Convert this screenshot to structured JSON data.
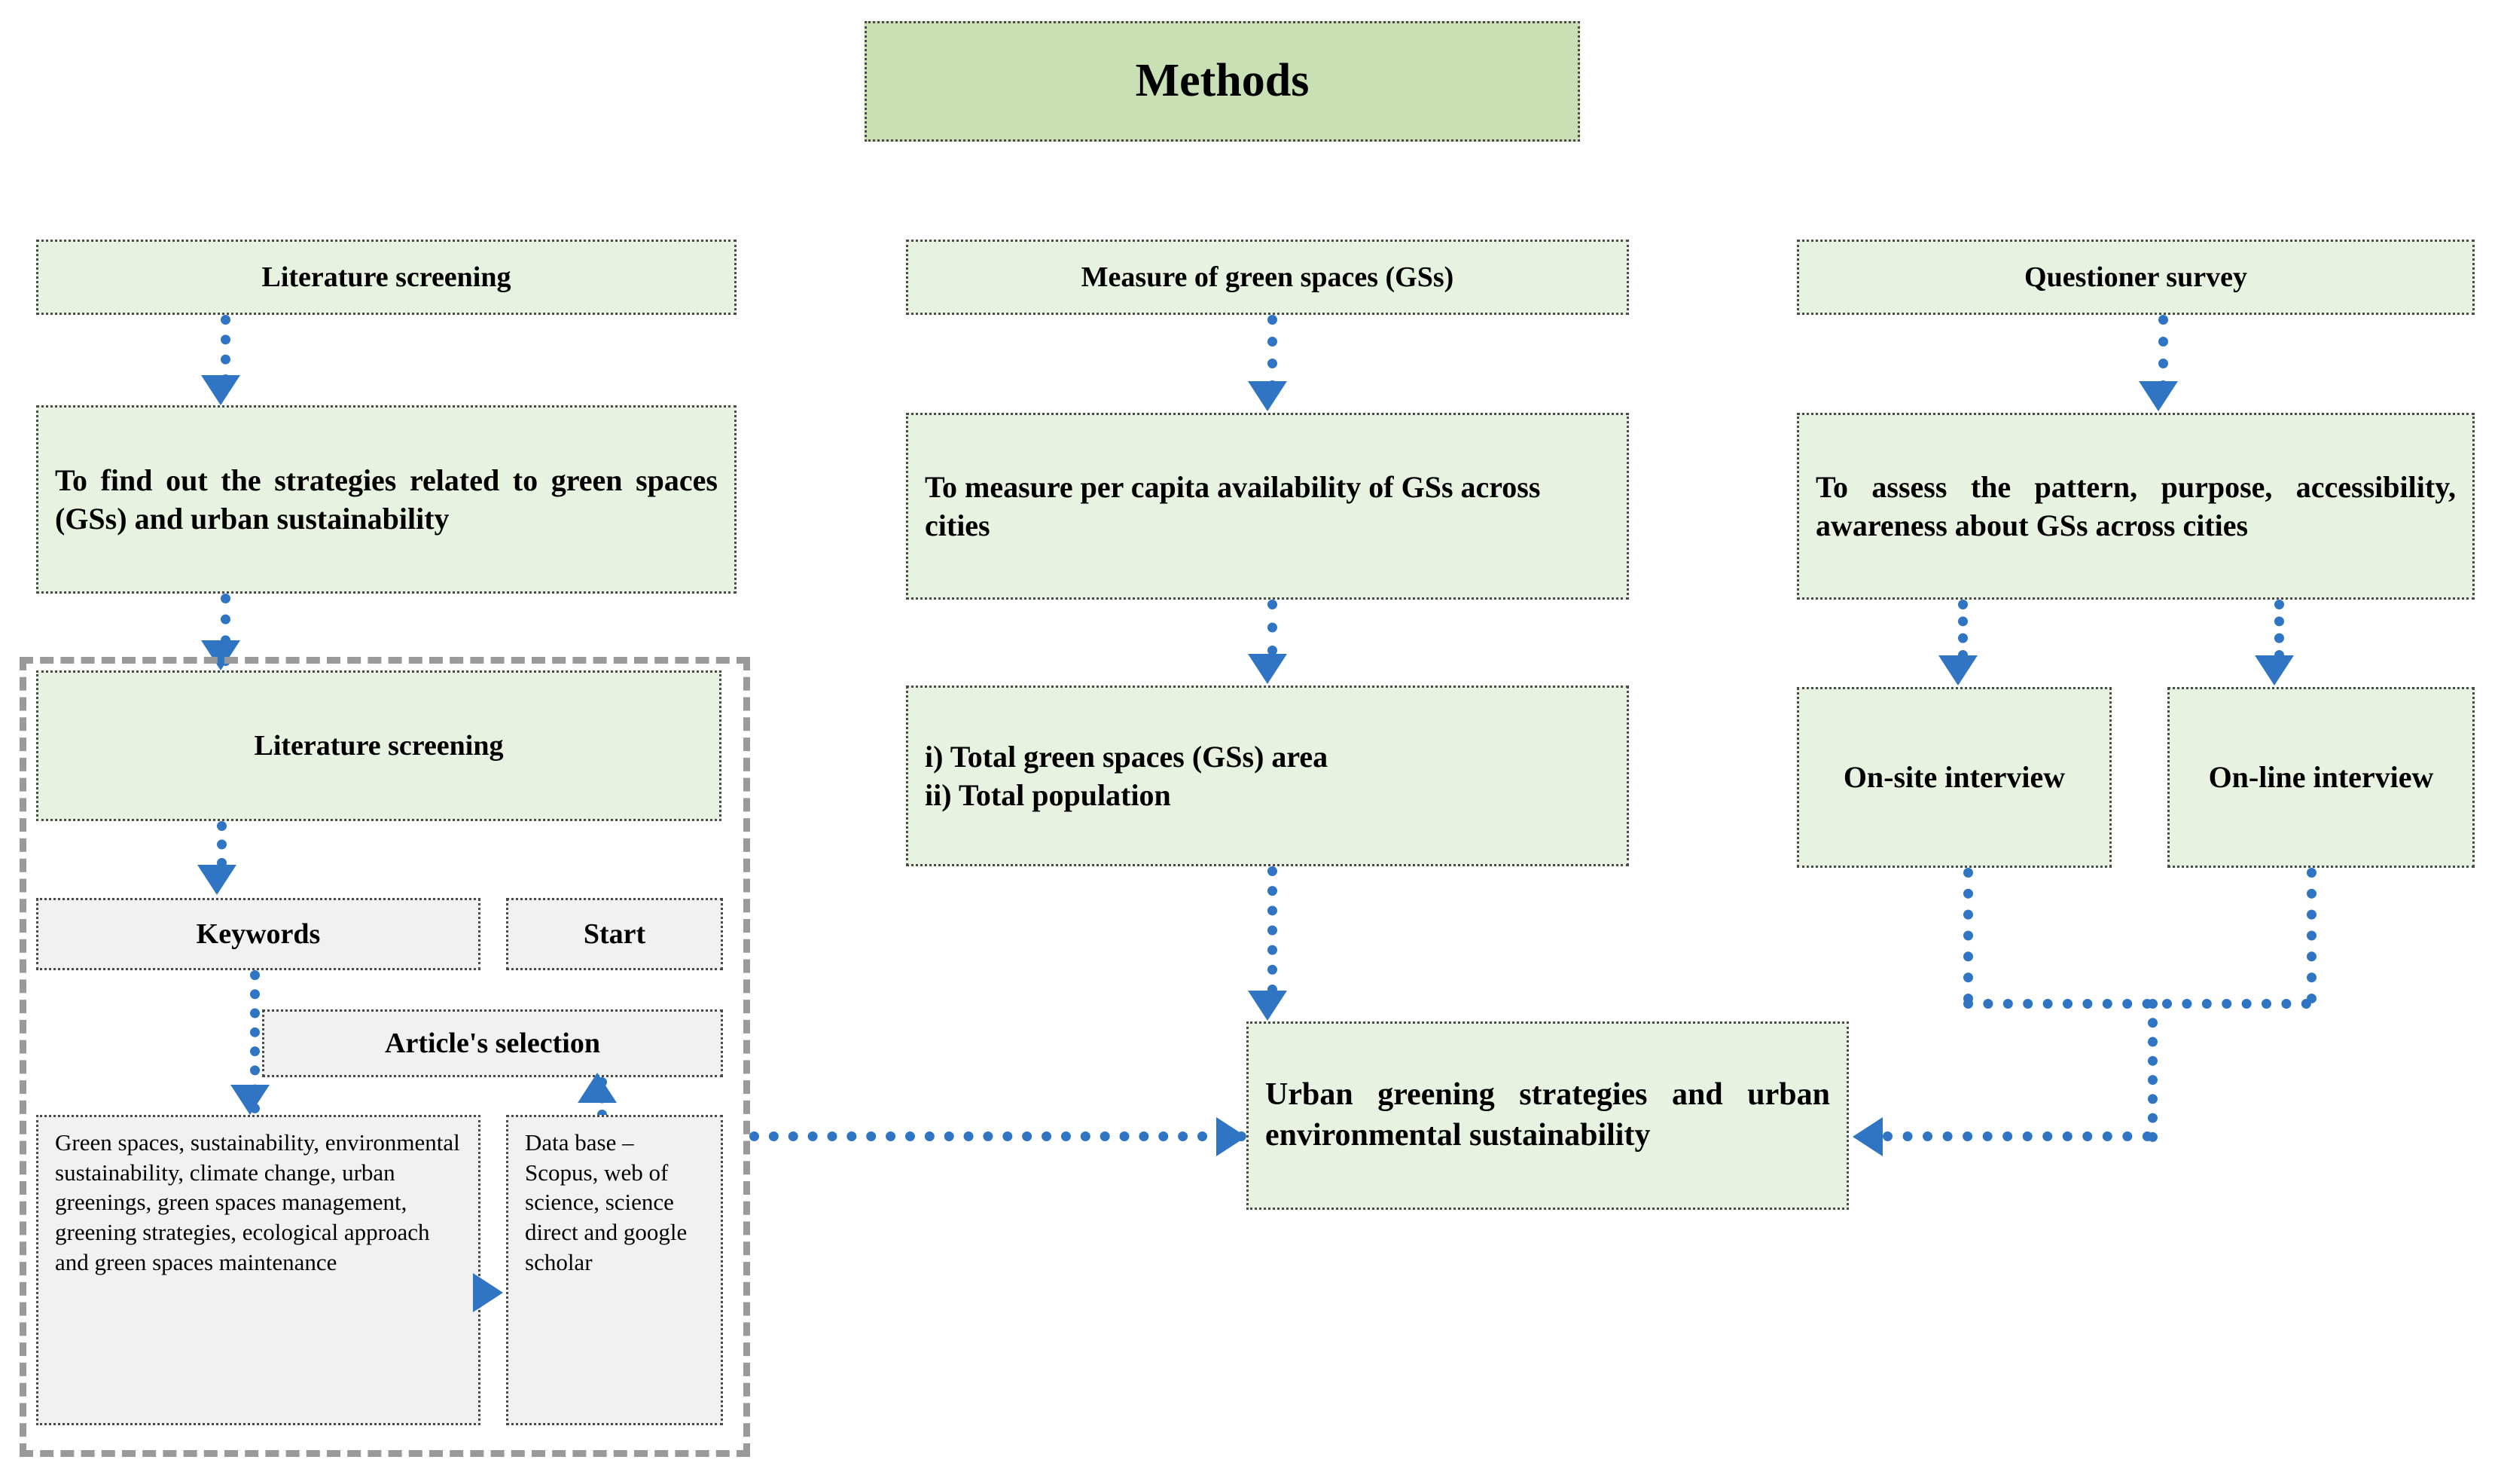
{
  "title": "Methods",
  "left_column": {
    "literature_screening_top": "Literature screening",
    "objective": "To find out the strategies related to green spaces (GSs) and urban sustainability",
    "literature_screening_group": "Literature screening",
    "keywords_label": "Keywords",
    "start_label": "Start",
    "article_selection_label": "Article's selection",
    "keyword_list": "Green spaces, sustainability, environmental sustainability, climate change, urban greenings, green spaces management, greening strategies, ecological approach and green spaces maintenance",
    "database": "Data base – Scopus, web of science, science direct and google scholar"
  },
  "middle_column": {
    "measure_of_green_spaces": "Measure of green spaces (GSs)",
    "objective": "To measure per capita availability of GSs across cities",
    "totals_line_1": "i) Total green spaces (GSs) area",
    "totals_line_2": "ii) Total population"
  },
  "right_column": {
    "questioner_survey": "Questioner survey",
    "objective": "To assess the pattern, purpose, accessibility, awareness about GSs across cities",
    "onsite_interview": "On-site interview",
    "online_interview": "On-line interview"
  },
  "outcome": {
    "label": "Urban greening strategies and urban environmental sustainability"
  },
  "colors": {
    "title_fill": "#c8e0b4",
    "box_fill_green": "#e8f2e0",
    "box_fill_grey": "#f1f1f1",
    "box_border": "#4a4a4a",
    "group_border": "#9a9a9a",
    "connector": "#2f75c4"
  }
}
